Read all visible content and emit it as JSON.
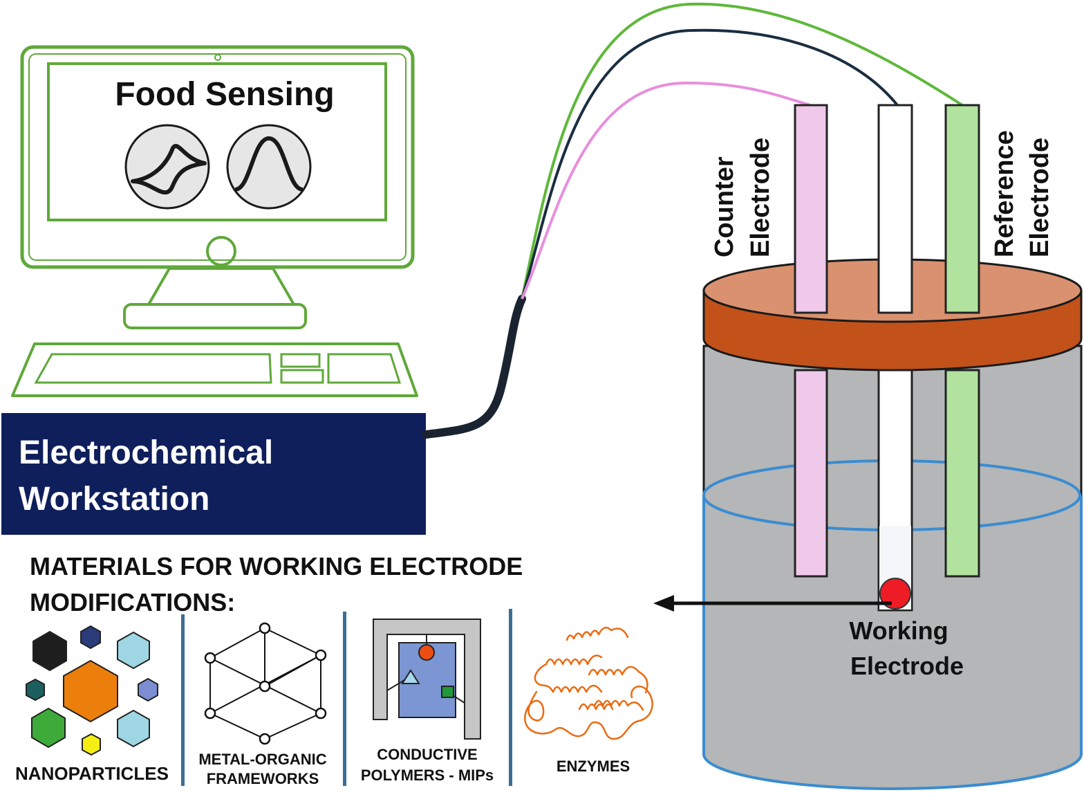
{
  "monitor": {
    "title": "Food Sensing"
  },
  "workstation": {
    "line1": "Electrochemical",
    "line2": "Workstation"
  },
  "electrodes": {
    "counter": {
      "line1": "Counter",
      "line2": "Electrode"
    },
    "reference": {
      "line1": "Reference",
      "line2": "Electrode"
    },
    "working": {
      "line1": "Working",
      "line2": "Electrode"
    }
  },
  "materials": {
    "heading_line1": "MATERIALS FOR WORKING ELECTRODE",
    "heading_line2": "MODIFICATIONS:",
    "nanoparticles": "NANOPARTICLES",
    "mof_line1": "METAL-ORGANIC",
    "mof_line2": "FRAMEWORKS",
    "polymers_line1": "CONDUCTIVE",
    "polymers_line2": "POLYMERS - MIPs",
    "enzymes": "ENZYMES"
  },
  "colors": {
    "monitor_green": "#5fa83a",
    "workstation_navy": "#0f1f5c",
    "lid_orange": "#c2521a",
    "lid_top": "#d9916f",
    "beaker_gray": "#b4b6b8",
    "water_blue": "#3a8cd0",
    "counter_pink": "#efc8ea",
    "reference_green": "#b1e39e",
    "marker_red": "#ee1c24"
  }
}
